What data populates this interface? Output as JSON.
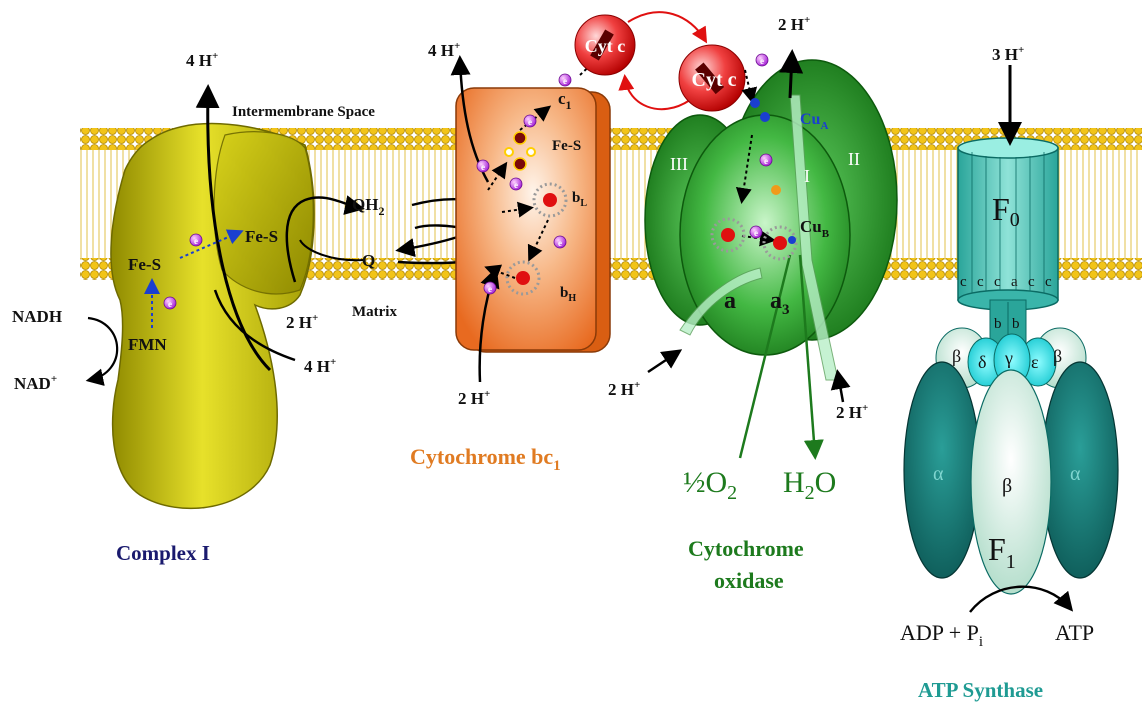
{
  "labels": {
    "intermembrane_space": "Intermembrane Space",
    "matrix": "Matrix",
    "complex_i_title": "Complex I",
    "cytochrome_bc1_title": "Cytochrome bc",
    "cytochrome_bc1_sub": "1",
    "cytochrome_oxidase_title_1": "Cytochrome",
    "cytochrome_oxidase_title_2": "oxidase",
    "atp_synthase_title": "ATP Synthase"
  },
  "complex_i": {
    "nadh": "NADH",
    "nad": "NAD",
    "nad_sup": "+",
    "fmn": "FMN",
    "fes_left": "Fe-S",
    "fes_right": "Fe-S",
    "proton_top": "4 H",
    "proton_bottom": "4 H",
    "proton_sup": "+"
  },
  "quinone": {
    "qh2": "QH",
    "qh2_sub": "2",
    "q": "Q",
    "proton_in": "2 H",
    "proton_sup": "+"
  },
  "bc1": {
    "proton_top": "4 H",
    "proton_bottom": "2 H",
    "proton_sup": "+",
    "c1": "c",
    "c1_sub": "1",
    "fes": "Fe-S",
    "bl": "b",
    "bl_sub": "L",
    "bh": "b",
    "bh_sub": "H"
  },
  "cyt_c": {
    "label_1": "Cyt c",
    "label_2": "Cyt c"
  },
  "oxidase": {
    "proton_top": "2 H",
    "proton_left": "2 H",
    "proton_right": "2 H",
    "proton_sup": "+",
    "sub_i": "I",
    "sub_ii": "II",
    "sub_iii": "III",
    "cua": "Cu",
    "cua_sub": "A",
    "cub": "Cu",
    "cub_sub": "B",
    "heme_a": "a",
    "heme_a3": "a",
    "heme_a3_sub": "3",
    "oxygen_half": "½O",
    "oxygen_sub": "2",
    "water": "H",
    "water_sub": "2",
    "water_o": "O"
  },
  "atp_synthase": {
    "proton_top": "3 H",
    "proton_sup": "+",
    "f0": "F",
    "f0_sub": "0",
    "f1": "F",
    "f1_sub": "1",
    "c_ring": [
      "c",
      "c",
      "c",
      "a",
      "c",
      "c"
    ],
    "b_stalk": [
      "b",
      "b"
    ],
    "beta": "β",
    "delta": "δ",
    "gamma": "γ",
    "epsilon": "ε",
    "alpha": "α",
    "adp": "ADP + P",
    "adp_sub": "i",
    "atp": "ATP"
  },
  "electron": "e"
}
